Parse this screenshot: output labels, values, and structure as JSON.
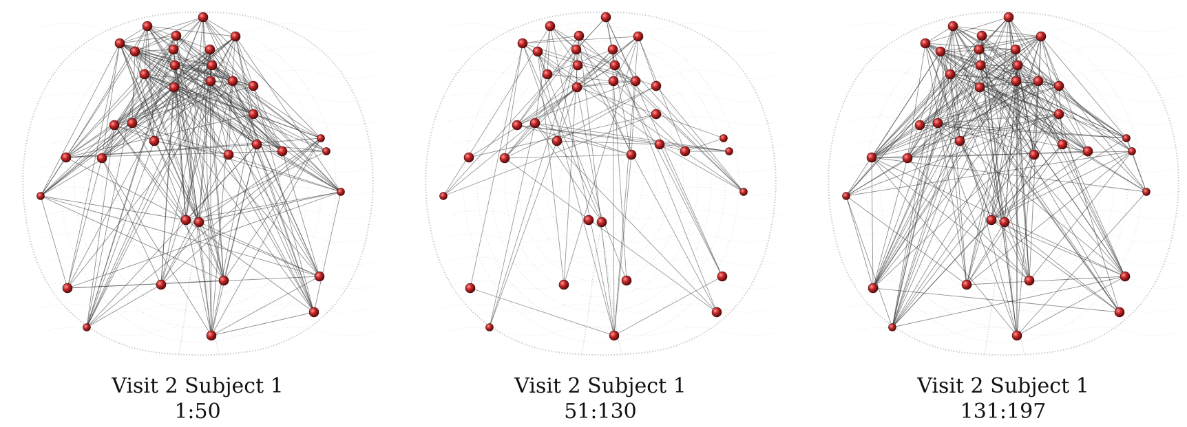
{
  "panels": [
    {
      "title": "Visit 2 Subject 1",
      "range": "1:50"
    },
    {
      "title": "Visit 2 Subject 1",
      "range": "51:130"
    },
    {
      "title": "Visit 2 Subject 1",
      "range": "131:197"
    }
  ],
  "colors": {
    "node": "#c62828",
    "edge": "#333333",
    "outline": "#c8c8c8"
  }
}
